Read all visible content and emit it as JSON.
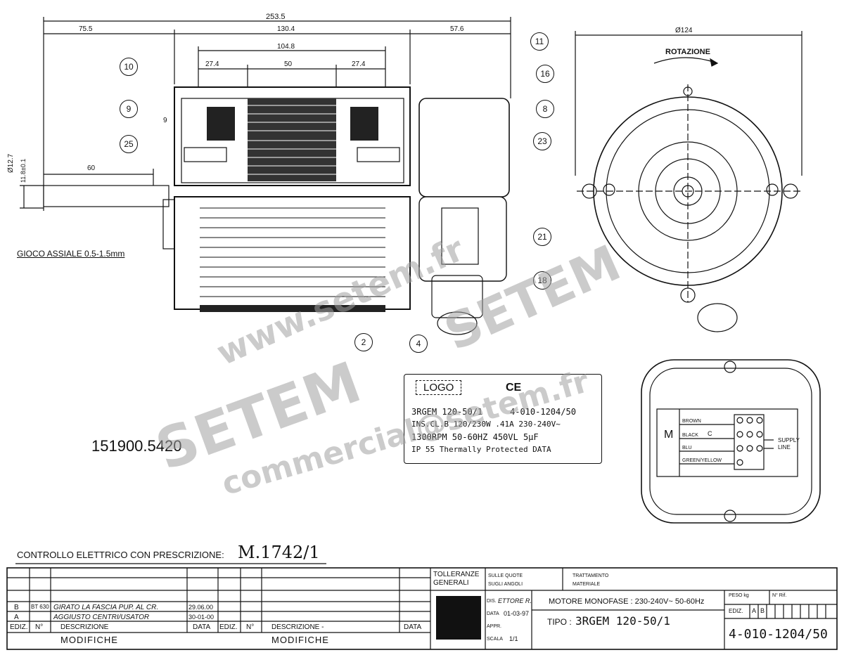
{
  "drawing": {
    "dimensions": {
      "overall": "253.5",
      "left": "75.5",
      "center": "130.4",
      "right": "57.6",
      "inner": "104.8",
      "seg_left": "27.4",
      "seg_mid": "50",
      "seg_right": "27.4",
      "shaft": "60",
      "dia_shaft": "Ø12.7",
      "flat": "11.8±0.1",
      "small": "9",
      "dia_end": "Ø124"
    },
    "axial_play": "GIOCO ASSIALE 0.5-1.5mm",
    "rotation": "ROTAZIONE",
    "callouts": [
      "10",
      "9",
      "25",
      "11",
      "16",
      "8",
      "23",
      "21",
      "18",
      "4",
      "2"
    ],
    "part_number": "151900.5420"
  },
  "nameplate": {
    "logo": "LOGO",
    "ce": "CE",
    "line1_left": "3RGEM 120-50/1",
    "line1_right": "4-010-1204/50",
    "line2": "INS.CL.B  120/230W  .41A    230-240V~",
    "line3": "1300RPM    50-60HZ    450VL   5µF",
    "line4": "IP 55   Thermally Protected   DATA"
  },
  "wiring": {
    "m_label": "M",
    "wires": [
      "BROWN",
      "BLACK",
      "BLU",
      "GREEN/YELLOW"
    ],
    "cap": "C",
    "supply": "SUPPLY",
    "line": "LINE"
  },
  "controllo": {
    "label": "CONTROLLO ELETTRICO CON PRESCRIZIONE:",
    "value": "M.1742/1"
  },
  "watermarks": [
    "www.setem.fr",
    "SETEM",
    "SETEM",
    "commercial@setem.fr"
  ],
  "title_block": {
    "rev_b": {
      "ed": "B",
      "n": "BT 630",
      "desc": "GIRATO LA FASCIA PUP. AL CR.",
      "date": "29.06.00"
    },
    "rev_a": {
      "ed": "A",
      "desc": "AGGIUSTO CENTRI/USATOR",
      "date": "30-01-00"
    },
    "headers": {
      "ediz": "EDIZ.",
      "n": "N°",
      "descr": "DESCRIZIONE",
      "data": "DATA",
      "ediz2": "EDIZ.",
      "n2": "N°",
      "descr2": "DESCRIZIONE -",
      "data2": "DATA"
    },
    "modifiche": "MODIFICHE",
    "modifiche2": "MODIFICHE",
    "tolleranze": "TOLLERANZE\nGENERALI",
    "sulle_quote": "SULLE QUOTE",
    "sugli_angoli": "SUGLI ANGOLI",
    "trattamento": "TRATTAMENTO",
    "materiale": "MATERIALE",
    "dis": "DIS.",
    "dis_val": "ETTORE R.",
    "data_lbl": "DATA",
    "data_val": "01-03-97",
    "appr": "APPR.",
    "scala": "SCALA",
    "scala_val": "1/1",
    "motore": "MOTORE MONOFASE :  230-240V~  50-60Hz",
    "tipo_lbl": "TIPO :",
    "tipo_val": "3RGEM  120-50/1",
    "peso": "PESO kg",
    "n_rif": "N° Rif.",
    "ediz_lbl": "EDIZ.",
    "ediz_a": "A",
    "ediz_b": "B",
    "drawing_no": "4-010-1204/50"
  }
}
